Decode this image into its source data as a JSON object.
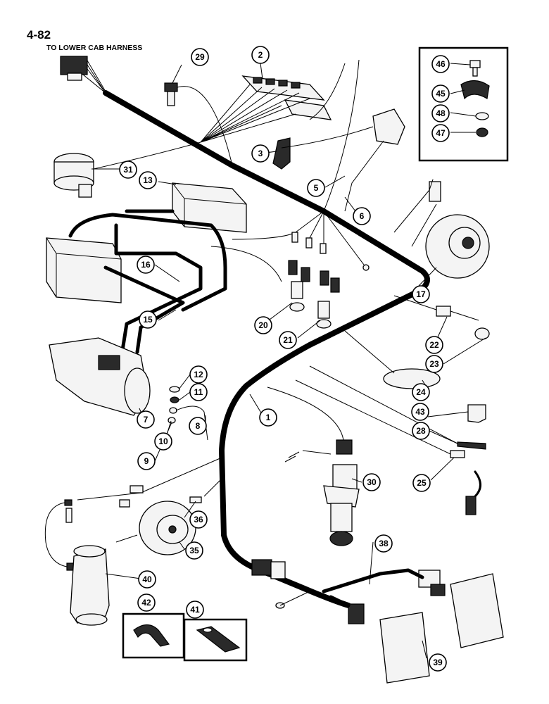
{
  "page_number": "4-82",
  "note": "TO LOWER CAB HARNESS",
  "callouts": [
    "1",
    "2",
    "3",
    "5",
    "6",
    "7",
    "8",
    "9",
    "10",
    "11",
    "12",
    "13",
    "15",
    "16",
    "17",
    "20",
    "21",
    "22",
    "23",
    "24",
    "25",
    "28",
    "29",
    "30",
    "31",
    "35",
    "36",
    "38",
    "39",
    "40",
    "41",
    "42",
    "43",
    "45",
    "46",
    "47",
    "48"
  ]
}
